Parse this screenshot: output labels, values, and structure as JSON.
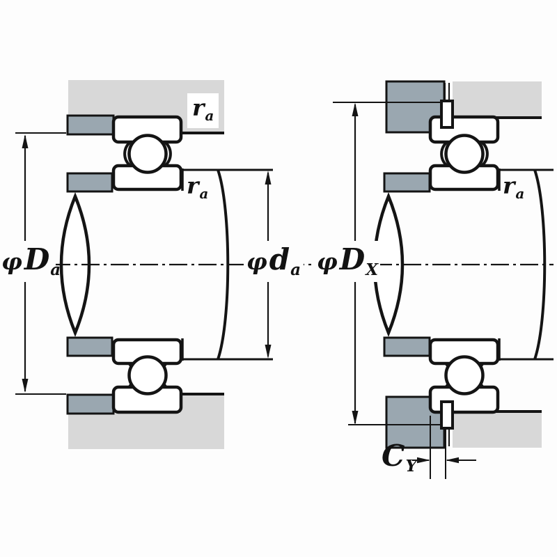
{
  "colors": {
    "background": "#fdfdfd",
    "housing-fill": "#d8d8d8",
    "shoulder-fill": "#9aa7b0",
    "line": "#141414"
  },
  "labels": {
    "fillet_radius": {
      "letter": "r",
      "subscript": "a"
    },
    "housing_abutment_diameter": {
      "symbol": "φ",
      "letter": "D",
      "subscript": "a"
    },
    "shaft_abutment_diameter": {
      "symbol": "φ",
      "letter": "d",
      "subscript": "a"
    },
    "snap_ring_outside_diameter": {
      "symbol": "φ",
      "letter": "D",
      "subscript": "X"
    },
    "snap_ring_side_clearance": {
      "letter": "C",
      "subscript": "Y"
    }
  }
}
